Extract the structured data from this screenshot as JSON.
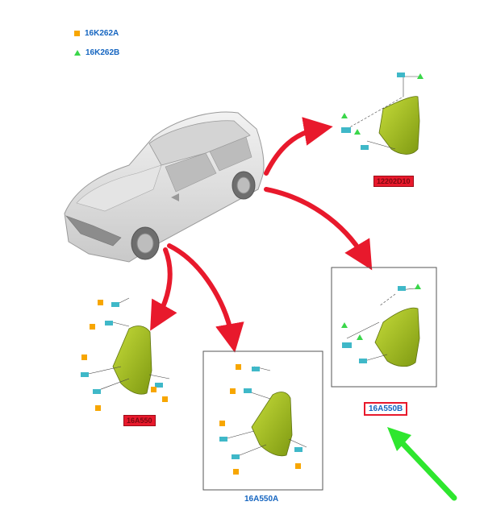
{
  "legend": [
    {
      "symbol": "square",
      "color": "#f7a600",
      "code": "16K262A"
    },
    {
      "symbol": "triangle",
      "color": "#3ad64a",
      "code": "16K262B"
    }
  ],
  "parts": {
    "front_left_label": "16A550",
    "rear_right_label": "16A550B",
    "front_right_label": "16A550A",
    "rear_upper_label": "12202D10"
  },
  "colors": {
    "arrow_red": "#e8192c",
    "arrow_green": "#2ee62e",
    "mudflap": "#a8c81e",
    "label_blue": "#1565c0"
  }
}
